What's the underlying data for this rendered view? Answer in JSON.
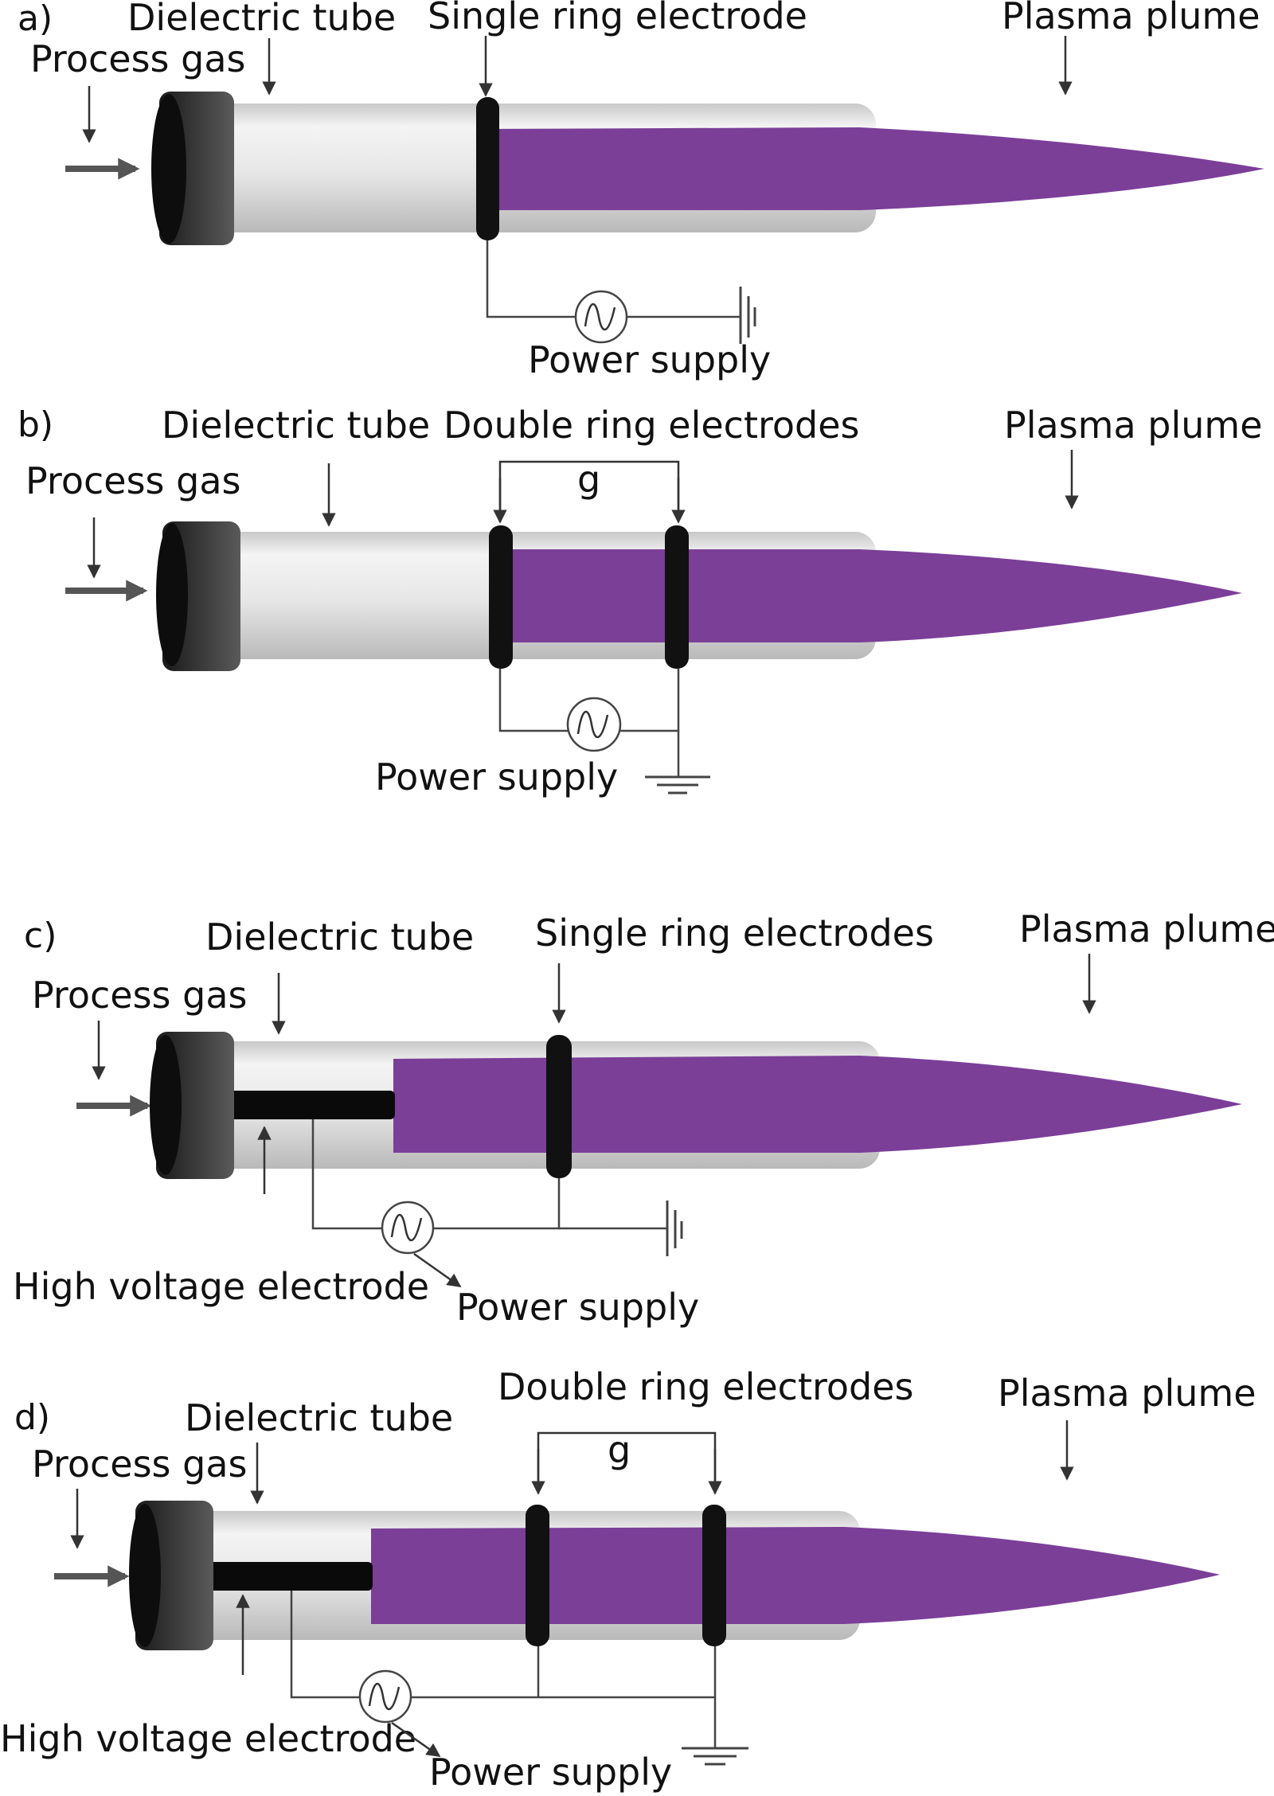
{
  "colors": {
    "plasma": "#7b3f98",
    "electrode": "#111111",
    "cap": "#2b2b2b",
    "tube_light": "#f2f2f2",
    "tube_mid": "#d4d4d4",
    "arrow": "#555555",
    "wire": "#444444"
  },
  "panels": [
    {
      "id": "a",
      "panel_label": "a)",
      "dielectric_label": "Dielectric tube",
      "process_gas_label": "Process gas",
      "electrode_label": "Single ring electrode",
      "plume_label": "Plasma plume",
      "power_label": "Power supply"
    },
    {
      "id": "b",
      "panel_label": "b)",
      "dielectric_label": "Dielectric tube",
      "process_gas_label": "Process gas",
      "electrode_label": "Double ring electrodes",
      "gap_label": "g",
      "plume_label": "Plasma plume",
      "power_label": "Power supply"
    },
    {
      "id": "c",
      "panel_label": "c)",
      "dielectric_label": "Dielectric tube",
      "process_gas_label": "Process gas",
      "electrode_label": "Single ring electrodes",
      "plume_label": "Plasma plume",
      "hv_label": "High voltage electrode",
      "power_label": "Power supply"
    },
    {
      "id": "d",
      "panel_label": "d)",
      "dielectric_label": "Dielectric tube",
      "process_gas_label": "Process gas",
      "electrode_label": "Double ring electrodes",
      "gap_label": "g",
      "plume_label": "Plasma plume",
      "hv_label": "High voltage electrode",
      "power_label": "Power supply"
    }
  ]
}
